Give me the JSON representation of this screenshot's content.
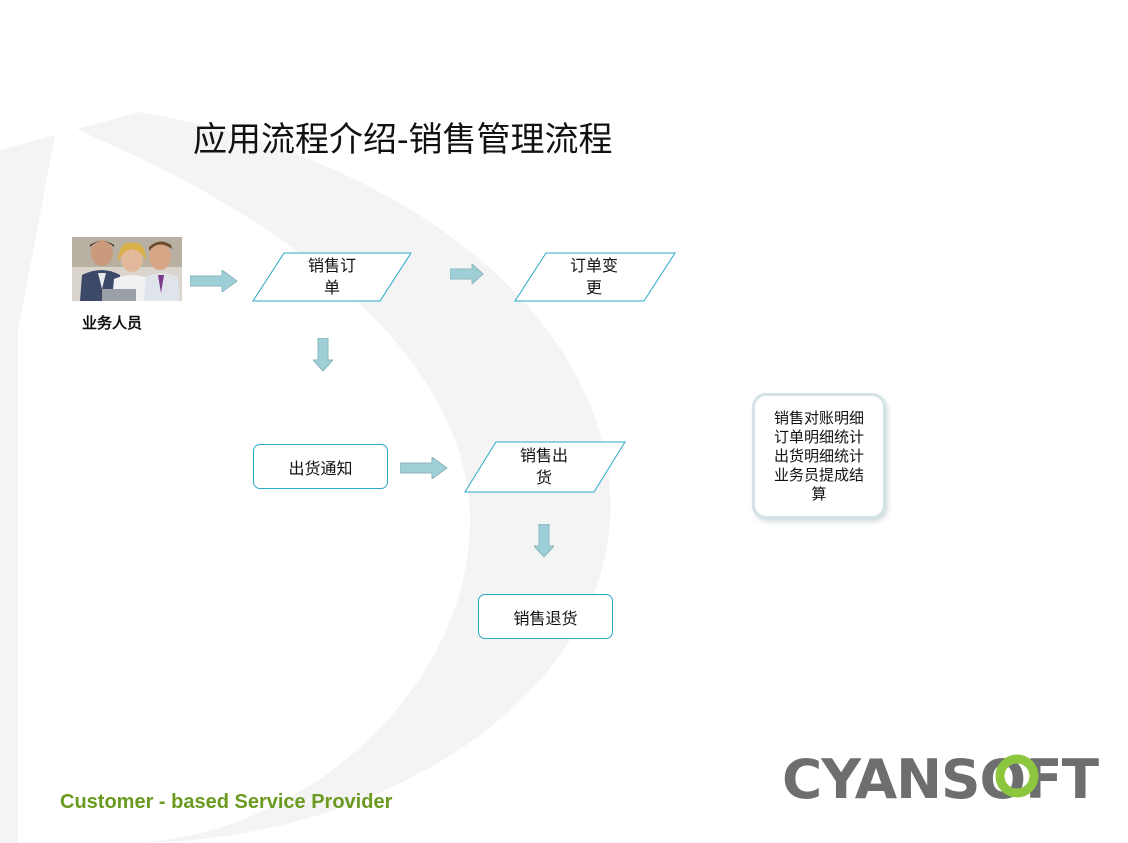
{
  "title": "应用流程介绍-销售管理流程",
  "actor": {
    "label": "业务人员",
    "image": "people-photo"
  },
  "nodes": {
    "sales_order": [
      "销售订",
      "单"
    ],
    "order_change": [
      "订单变",
      "更"
    ],
    "shipping_notice": "出货通知",
    "sales_shipment": [
      "销售出",
      "货"
    ],
    "sales_return": "销售退货"
  },
  "reports": [
    "销售对账明细",
    "订单明细统计",
    "出货明细统计",
    "业务员提成结",
    "算"
  ],
  "footer": {
    "tagline": "Customer - based Service Provider"
  },
  "logo": {
    "text": "CYANSOFT"
  },
  "colors": {
    "box_border": "#2aa9c8",
    "arrow_fill": "#9fcfd6",
    "tagline": "#6a9a1f",
    "logo_gray": "#6d6e70",
    "logo_green": "#8cc63f"
  }
}
